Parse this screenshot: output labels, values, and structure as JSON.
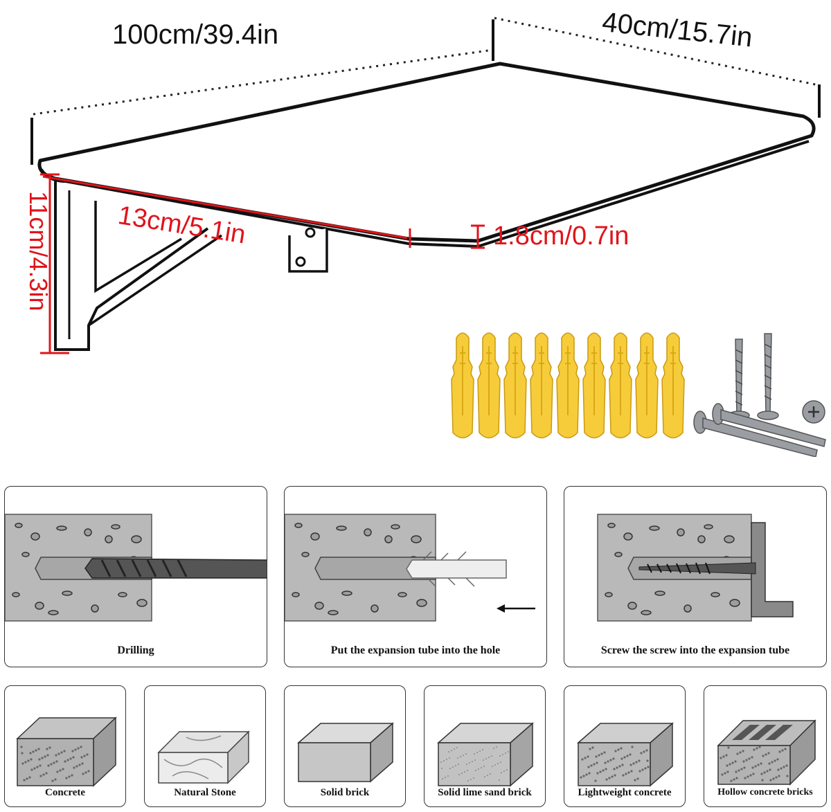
{
  "dimensions": {
    "length": "100cm/39.4in",
    "width": "40cm/15.7in",
    "bracket_depth": "13cm/5.1in",
    "thickness": "1.8cm/0.7in",
    "bracket_height": "11cm/4.3in"
  },
  "hardware": {
    "anchor_count": 9,
    "anchor_color": "#f7cc3a",
    "screw_color": "#8a8d92"
  },
  "install_steps": [
    {
      "label": "Drilling"
    },
    {
      "label": "Put the expansion tube into the hole"
    },
    {
      "label": "Screw the screw into the expansion tube"
    }
  ],
  "wall_types": [
    {
      "label": "Concrete"
    },
    {
      "label": "Natural Stone"
    },
    {
      "label": "Solid brick"
    },
    {
      "label": "Solid lime sand brick"
    },
    {
      "label": "Lightweight concrete"
    },
    {
      "label": "Hollow concrete bricks"
    }
  ],
  "colors": {
    "dimension_red": "#e0141b",
    "concrete_gray": "#b9b9b9",
    "border": "#333333"
  }
}
